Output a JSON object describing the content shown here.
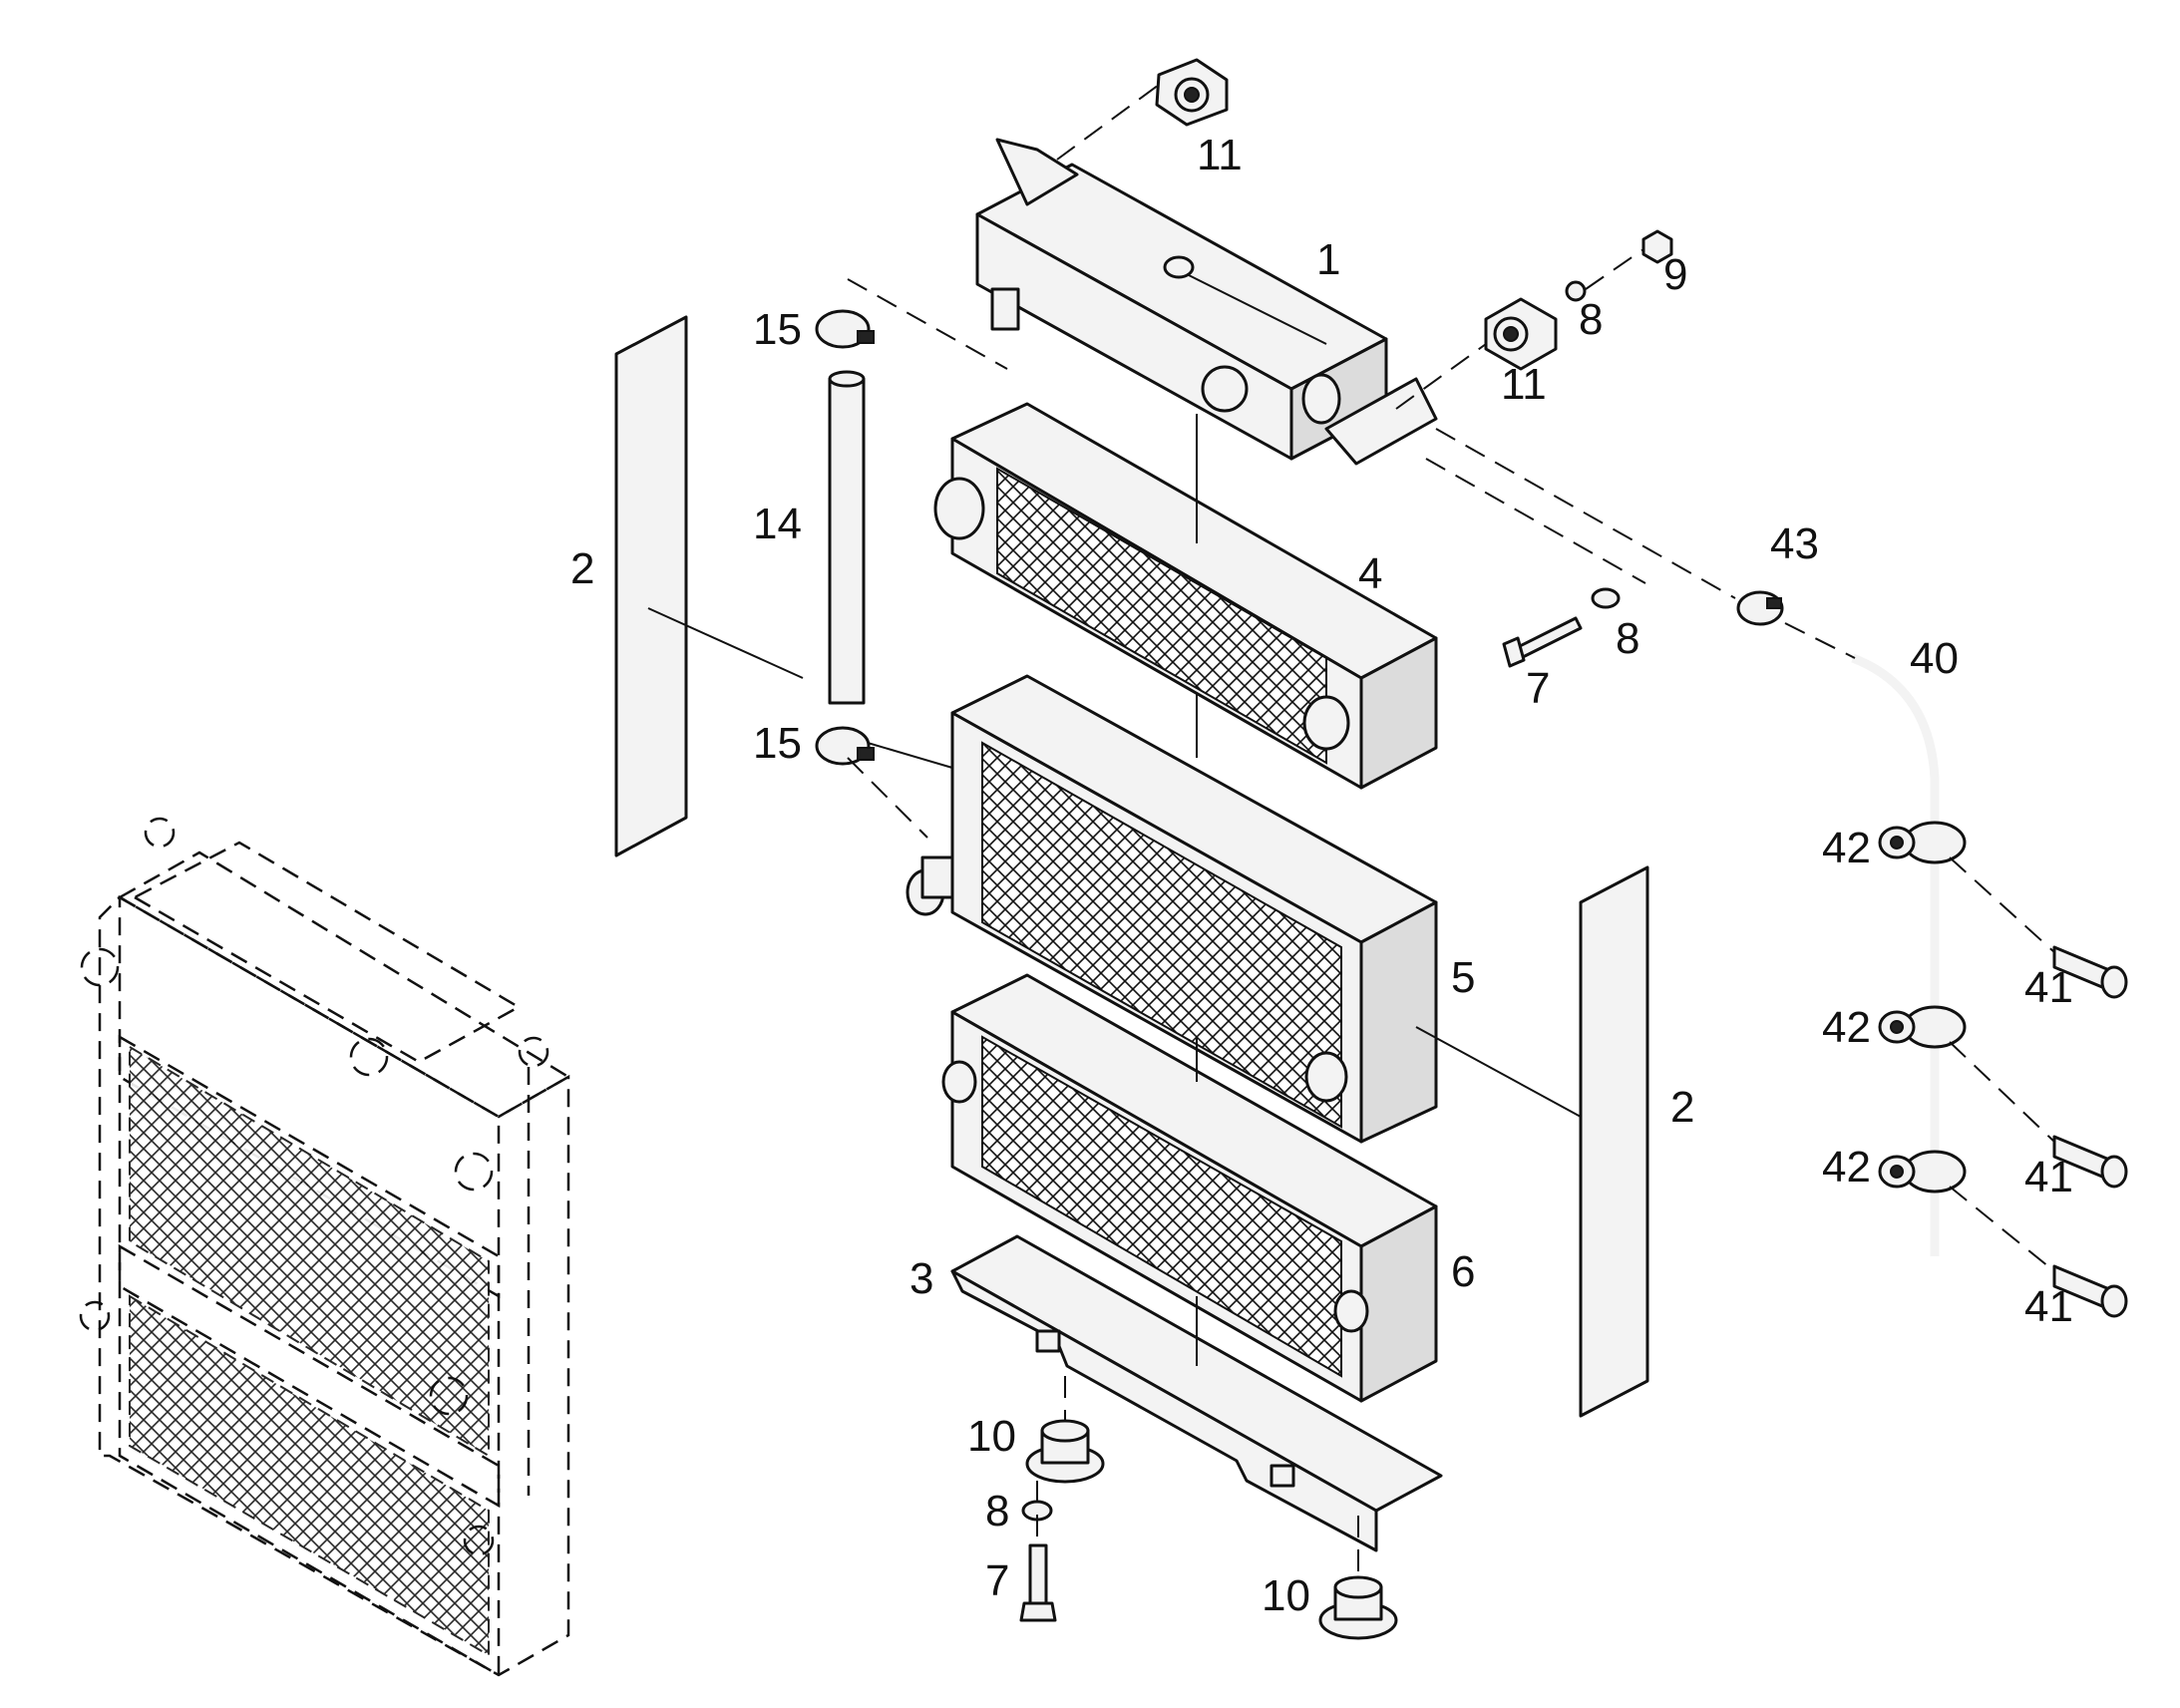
{
  "diagram": {
    "callouts": [
      {
        "id": "c11a",
        "text": "11"
      },
      {
        "id": "c1",
        "text": "1"
      },
      {
        "id": "c9",
        "text": "9"
      },
      {
        "id": "c8a",
        "text": "8"
      },
      {
        "id": "c11b",
        "text": "11"
      },
      {
        "id": "c15a",
        "text": "15"
      },
      {
        "id": "c14",
        "text": "14"
      },
      {
        "id": "c2a",
        "text": "2"
      },
      {
        "id": "c4",
        "text": "4"
      },
      {
        "id": "c43",
        "text": "43"
      },
      {
        "id": "c8b",
        "text": "8"
      },
      {
        "id": "c7a",
        "text": "7"
      },
      {
        "id": "c40",
        "text": "40"
      },
      {
        "id": "c15b",
        "text": "15"
      },
      {
        "id": "c42a",
        "text": "42"
      },
      {
        "id": "c41a",
        "text": "41"
      },
      {
        "id": "c5",
        "text": "5"
      },
      {
        "id": "c42b",
        "text": "42"
      },
      {
        "id": "c2b",
        "text": "2"
      },
      {
        "id": "c42c",
        "text": "42"
      },
      {
        "id": "c41b",
        "text": "41"
      },
      {
        "id": "c3",
        "text": "3"
      },
      {
        "id": "c6",
        "text": "6"
      },
      {
        "id": "c41c",
        "text": "41"
      },
      {
        "id": "c10a",
        "text": "10"
      },
      {
        "id": "c8c",
        "text": "8"
      },
      {
        "id": "c7b",
        "text": "7"
      },
      {
        "id": "c10b",
        "text": "10"
      }
    ]
  }
}
